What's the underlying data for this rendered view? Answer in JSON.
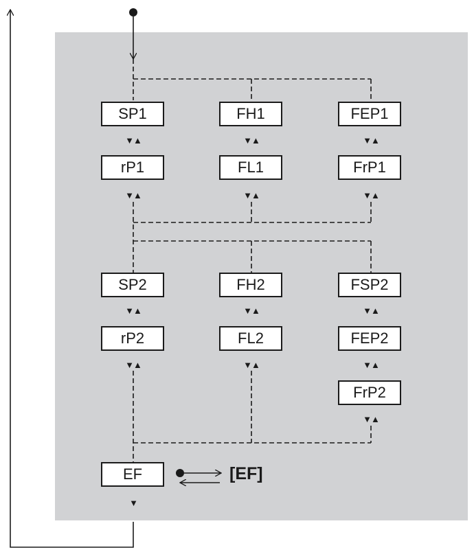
{
  "boxes": {
    "sp1": "SP1",
    "fh1": "FH1",
    "fep1": "FEP1",
    "rp1": "rP1",
    "fl1": "FL1",
    "frp1": "FrP1",
    "sp2": "SP2",
    "fh2": "FH2",
    "fsp2": "FSP2",
    "rp2": "rP2",
    "fl2": "FL2",
    "fep2": "FEP2",
    "frp2": "FrP2",
    "ef": "EF"
  },
  "ef_external": "[EF]",
  "symbols": {
    "down_up": "▼▲",
    "down": "▼"
  },
  "colors": {
    "panel": "#d1d2d4",
    "line": "#1a1a1a",
    "box_fill": "#ffffff"
  }
}
